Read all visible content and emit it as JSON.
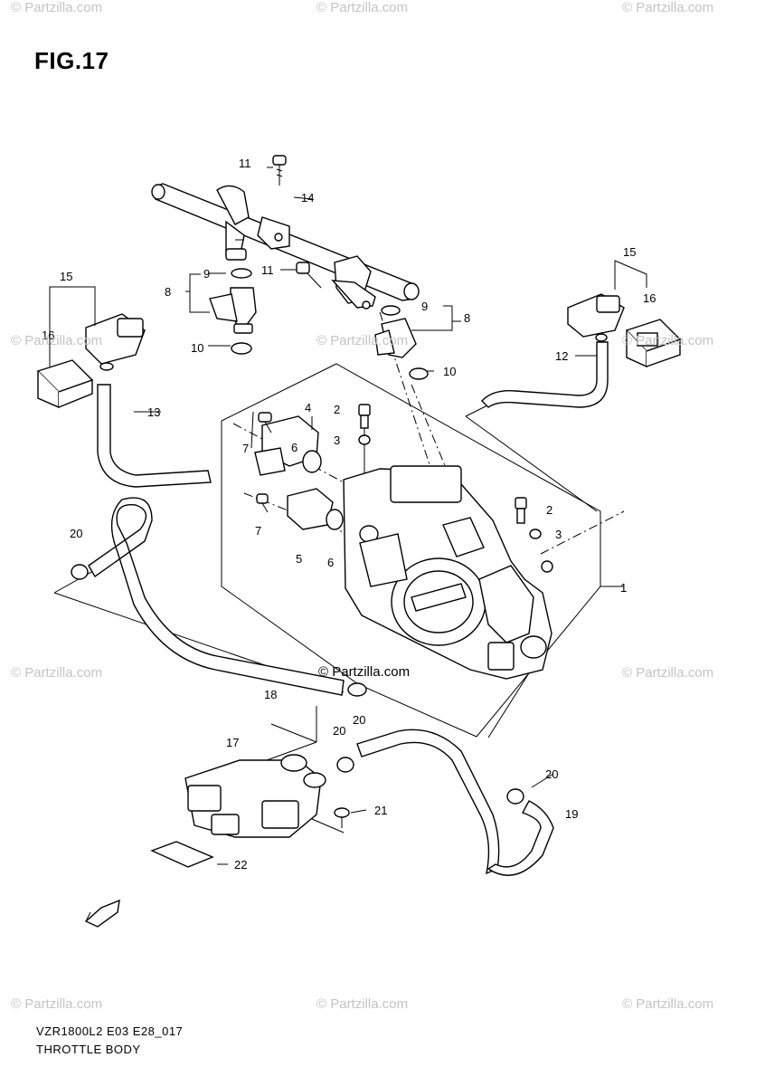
{
  "figure": {
    "title": "FIG.17"
  },
  "watermark": {
    "corner_text": "© Partzilla.com",
    "center_text": "© Partzilla.com"
  },
  "footer": {
    "model_code": "VZR1800L2 E03 E28_017",
    "section": "THROTTLE BODY"
  },
  "callouts": [
    {
      "id": "c11a",
      "text": "11"
    },
    {
      "id": "c14",
      "text": "14"
    },
    {
      "id": "c15a",
      "text": "15"
    },
    {
      "id": "c16a",
      "text": "16"
    },
    {
      "id": "c9a",
      "text": "9"
    },
    {
      "id": "c8a",
      "text": "8"
    },
    {
      "id": "c10a",
      "text": "10"
    },
    {
      "id": "c11b",
      "text": "11"
    },
    {
      "id": "c9b",
      "text": "9"
    },
    {
      "id": "c8b",
      "text": "8"
    },
    {
      "id": "c10b",
      "text": "10"
    },
    {
      "id": "c15b",
      "text": "15"
    },
    {
      "id": "c16b",
      "text": "16"
    },
    {
      "id": "c12",
      "text": "12"
    },
    {
      "id": "c13",
      "text": "13"
    },
    {
      "id": "c4",
      "text": "4"
    },
    {
      "id": "c2a",
      "text": "2"
    },
    {
      "id": "c7a",
      "text": "7"
    },
    {
      "id": "c6a",
      "text": "6"
    },
    {
      "id": "c3a",
      "text": "3"
    },
    {
      "id": "c2b",
      "text": "2"
    },
    {
      "id": "c3b",
      "text": "3"
    },
    {
      "id": "c7b",
      "text": "7"
    },
    {
      "id": "c5",
      "text": "5"
    },
    {
      "id": "c6b",
      "text": "6"
    },
    {
      "id": "c1",
      "text": "1"
    },
    {
      "id": "c20a",
      "text": "20"
    },
    {
      "id": "c18",
      "text": "18"
    },
    {
      "id": "c17",
      "text": "17"
    },
    {
      "id": "c20b",
      "text": "20"
    },
    {
      "id": "c20c",
      "text": "20"
    },
    {
      "id": "c20d",
      "text": "20"
    },
    {
      "id": "c21",
      "text": "21"
    },
    {
      "id": "c19",
      "text": "19"
    },
    {
      "id": "c22",
      "text": "22"
    }
  ]
}
